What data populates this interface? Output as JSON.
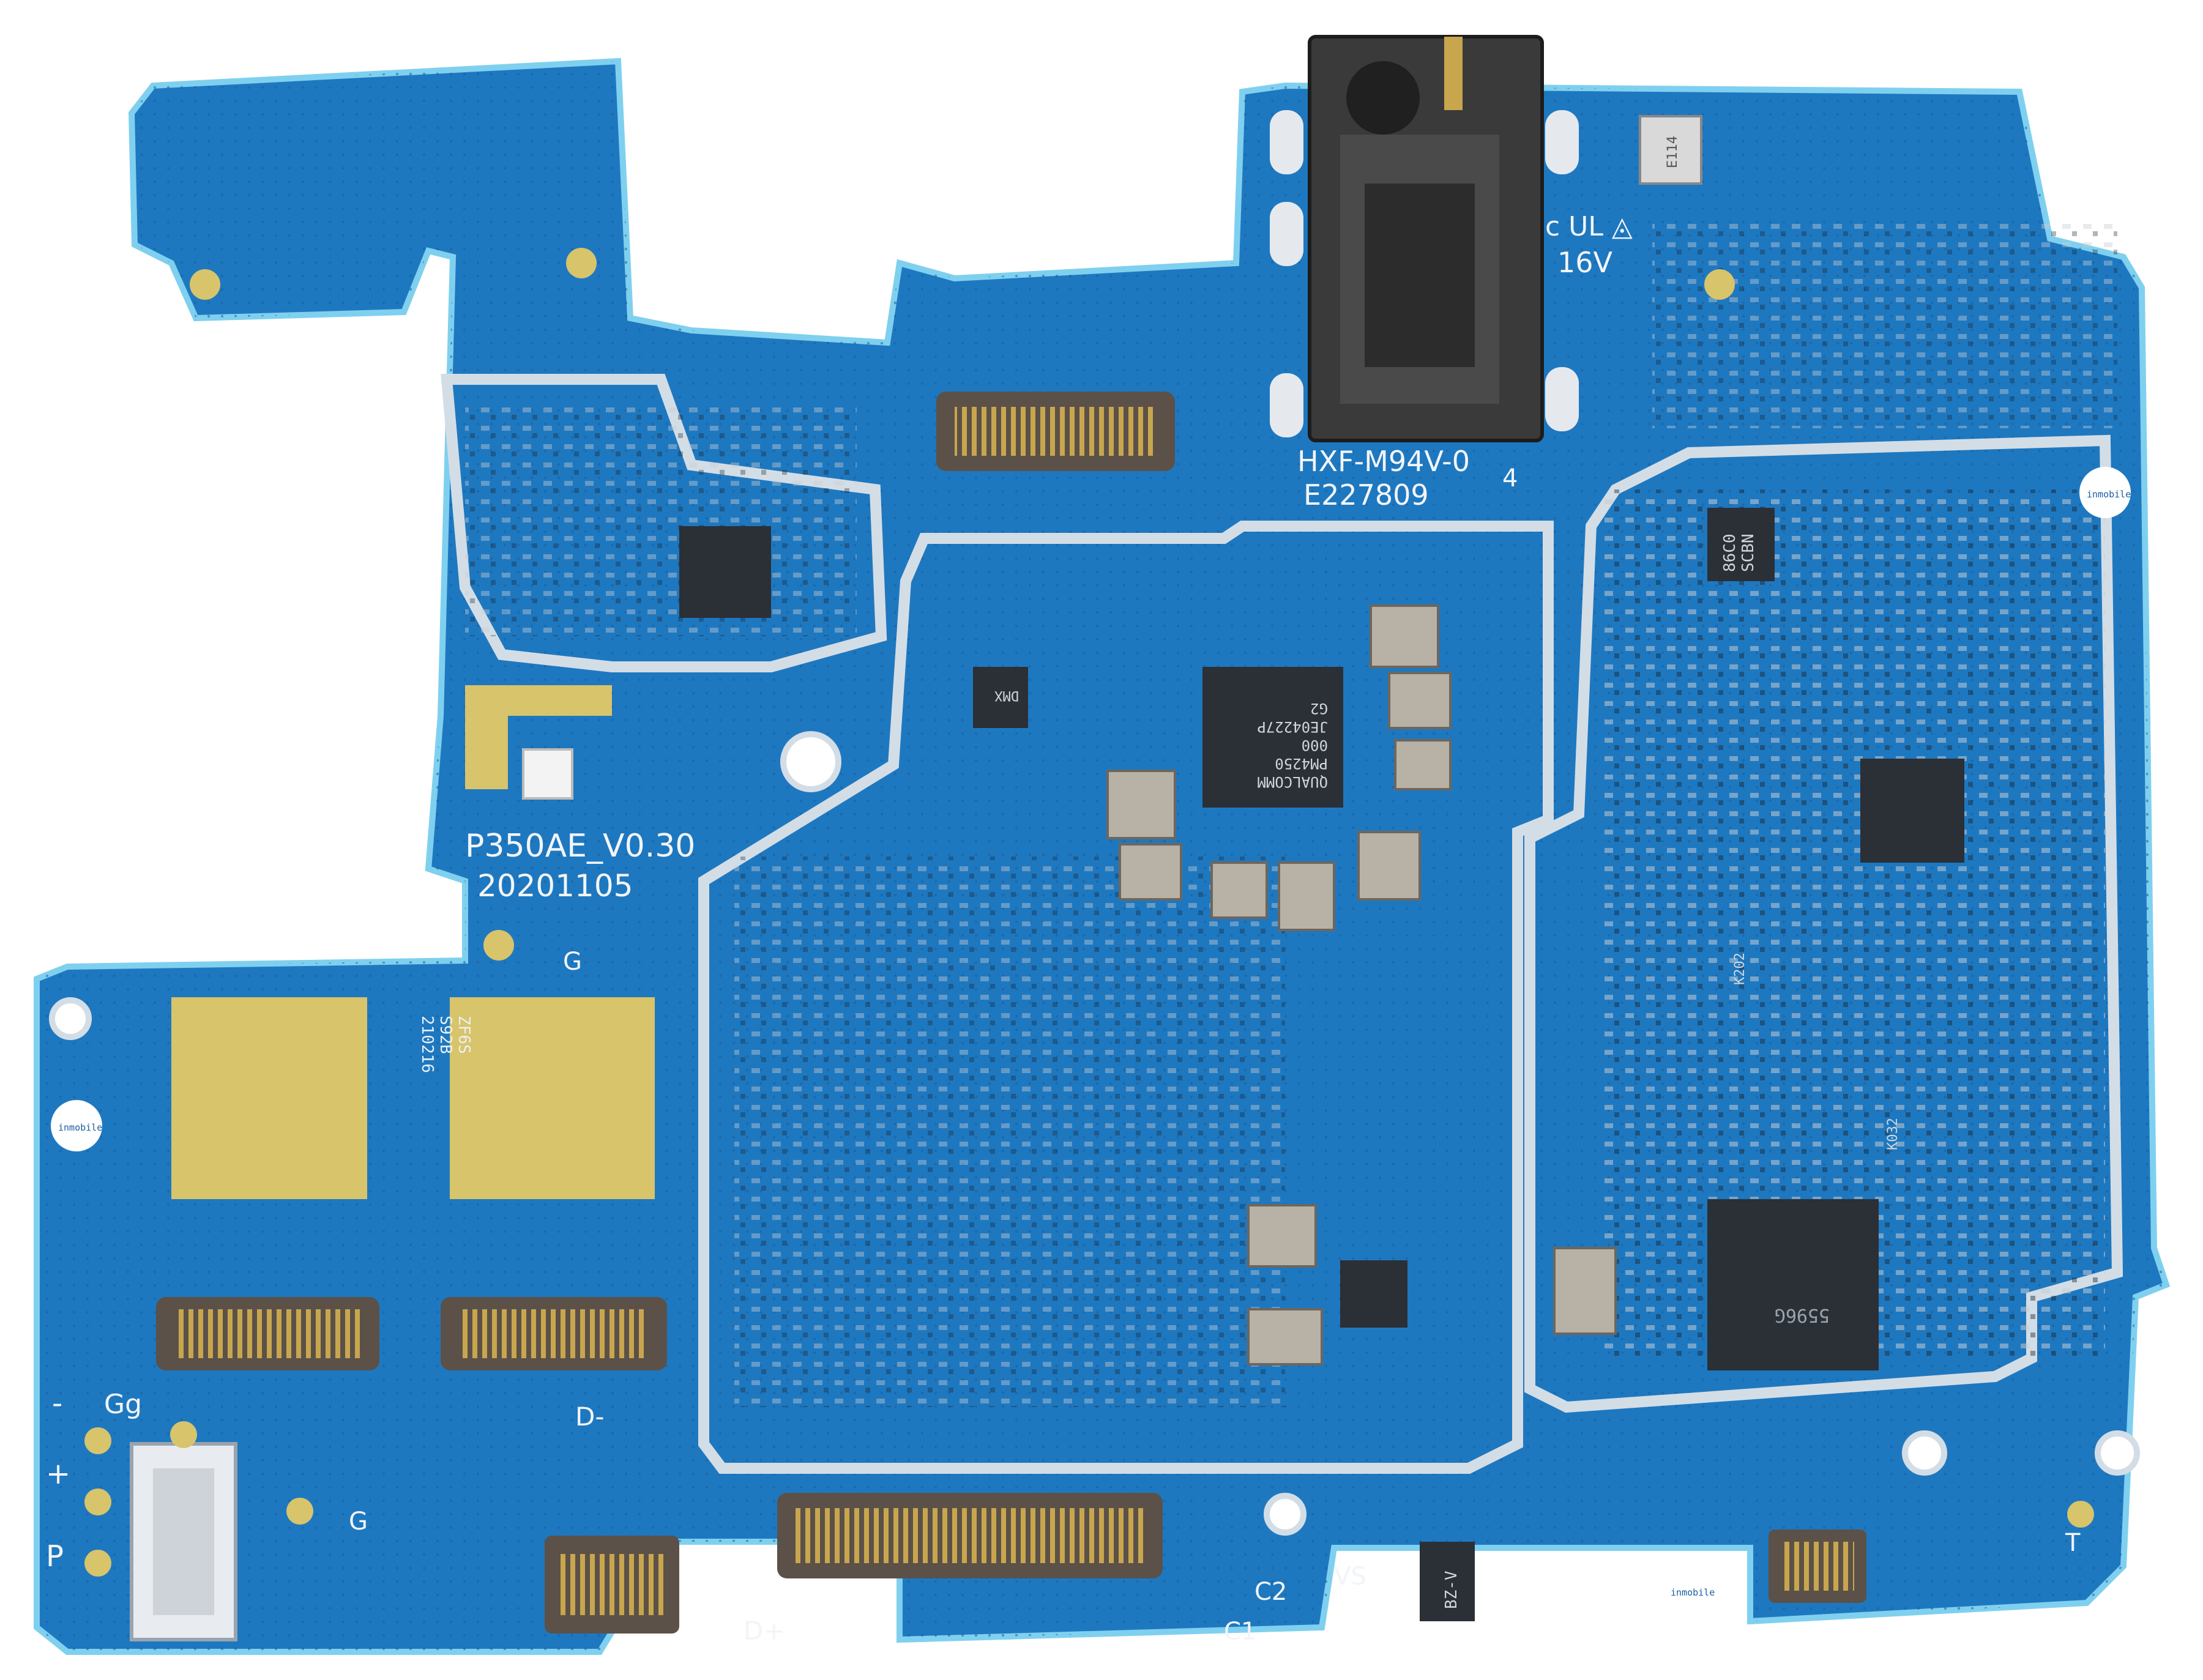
{
  "board": {
    "colors": {
      "background": "#ffffff",
      "pcb": "#1e78c0",
      "pcb_dark": "#155f9e",
      "pcb_light": "#2c8fd6",
      "edge": "#7fd0ef",
      "shield": "#d3dde6",
      "gold": "#d8c46a",
      "chip": "#2b2f36",
      "connector": "#5b5148",
      "silk": "#f2f5f8"
    },
    "silkscreen": {
      "model": "P350AE_V0.30",
      "date": "20201105",
      "jack_model": "HXF-M94V-0",
      "ul_number": "E227809",
      "ul_suffix": "4",
      "voltage": "16V",
      "g_top": "G",
      "gg": "Gg",
      "minus_left": "-",
      "plus_left": "+",
      "p_left": "P",
      "g_bottom": "G",
      "d_minus": "D-",
      "d_plus": "D+",
      "c1": "C1",
      "c2": "C2",
      "vs": "VS",
      "t_right": "T",
      "ul_mark": "c UL ◬"
    },
    "chips": {
      "pmic": [
        "QUALCOMM",
        "PM4250",
        "000",
        "JE04227P",
        "G2"
      ],
      "rf_top": [
        "86C0",
        "SCBN"
      ],
      "bz": "BZ-V",
      "big_rf": "5596G",
      "mem_label": [
        "ZF6S",
        "S92B",
        "210216"
      ],
      "small_k202": "K202",
      "small_k032": "K032",
      "dmx": "DMX",
      "crystal": "E114"
    },
    "watermark": "inmobile"
  }
}
